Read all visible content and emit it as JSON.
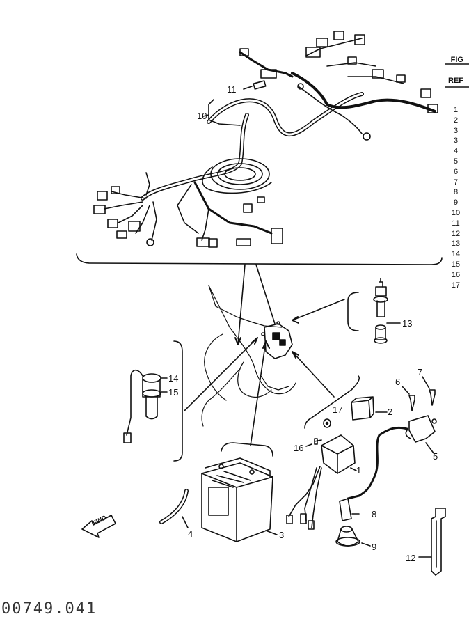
{
  "reference_column": {
    "header_top": "FIG",
    "header_bottom": "REF",
    "items": [
      "1",
      "2",
      "3",
      "3",
      "4",
      "5",
      "6",
      "7",
      "8",
      "9",
      "10",
      "11",
      "12",
      "13",
      "14",
      "15",
      "16",
      "17"
    ]
  },
  "callouts": {
    "c1": "1",
    "c2": "2",
    "c3": "3",
    "c4": "4",
    "c5": "5",
    "c6": "6",
    "c7": "7",
    "c8": "8",
    "c9": "9",
    "c10": "10",
    "c11": "11",
    "c12": "12",
    "c13": "13",
    "c14": "14",
    "c15": "15",
    "c16": "16",
    "c17": "17"
  },
  "fwd_label": "FWD",
  "footer_code": "00749.041"
}
